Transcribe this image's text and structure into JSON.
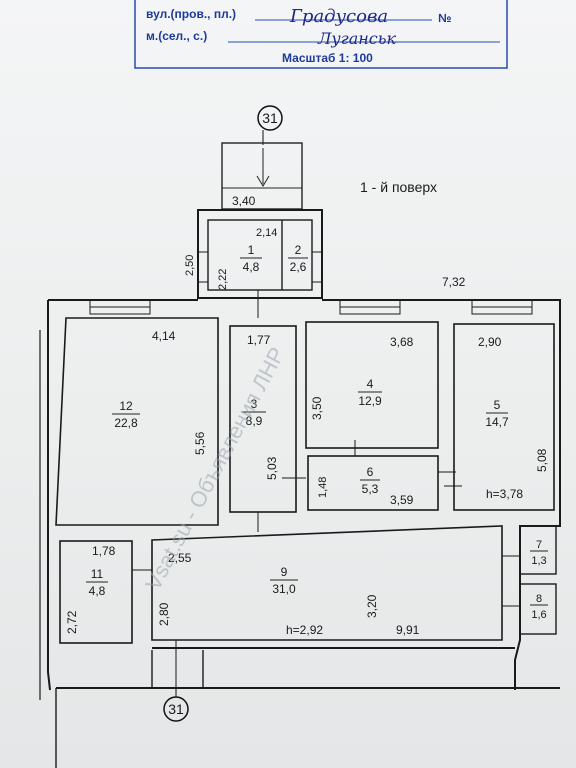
{
  "header": {
    "street_label": "вул.(пров., пл.)",
    "street_value": "Градусова",
    "number_label": "№",
    "city_label": "м.(сел., с.)",
    "city_value": "Луганськ",
    "scale_label": "Масштаб 1: 100"
  },
  "floor_title": "1 - й поверх",
  "axis_marks": {
    "top": "31",
    "bottom": "31"
  },
  "rooms": [
    {
      "id": "1",
      "area": "4,8"
    },
    {
      "id": "2",
      "area": "2,6"
    },
    {
      "id": "3",
      "area": "8,9"
    },
    {
      "id": "4",
      "area": "12,9"
    },
    {
      "id": "5",
      "area": "14,7"
    },
    {
      "id": "6",
      "area": "5,3"
    },
    {
      "id": "7",
      "area": "1,3"
    },
    {
      "id": "8",
      "area": "1,6"
    },
    {
      "id": "9",
      "area": "31,0"
    },
    {
      "id": "11",
      "area": "4,8"
    },
    {
      "id": "12",
      "area": "22,8"
    }
  ],
  "dimensions": {
    "d_340": "3,40",
    "d_214": "2,14",
    "d_250": "2,50",
    "d_222": "2,22",
    "d_732": "7,32",
    "d_414": "4,14",
    "d_177": "1,77",
    "d_368": "3,68",
    "d_290": "2,90",
    "d_350": "3,50",
    "d_556": "5,56",
    "d_503": "5,03",
    "d_148": "1,48",
    "d_359": "3,59",
    "d_508": "5,08",
    "h_378": "h=3,78",
    "d_178": "1,78",
    "d_255": "2,55",
    "d_320": "3,20",
    "d_272": "2,72",
    "d_280": "2,80",
    "h_292": "h=2,92",
    "d_991": "9,91"
  },
  "watermark": "Vsat.su - Объявления ЛНР"
}
